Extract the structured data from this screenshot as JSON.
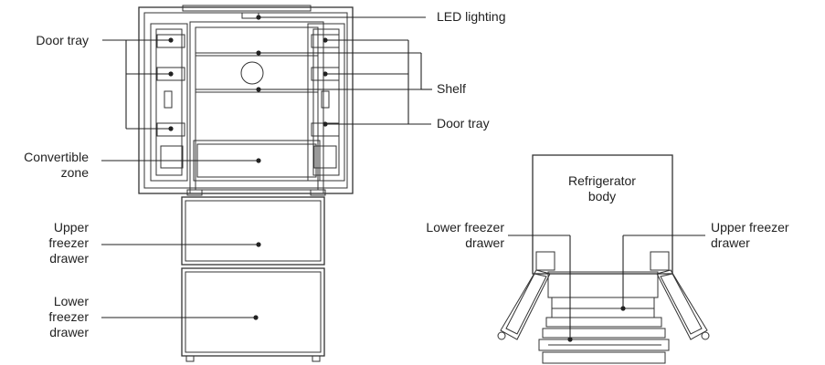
{
  "labels": {
    "led_lighting": "LED lighting",
    "door_tray_left": "Door tray",
    "shelf": "Shelf",
    "door_tray_right": "Door tray",
    "convertible_zone_1": "Convertible",
    "convertible_zone_2": "zone",
    "upper_freezer_1": "Upper",
    "upper_freezer_2": "freezer",
    "upper_freezer_3": "drawer",
    "lower_freezer_1": "Lower",
    "lower_freezer_2": "freezer",
    "lower_freezer_3": "drawer",
    "refrigerator_body_1": "Refrigerator",
    "refrigerator_body_2": "body",
    "top_lower_freezer_1": "Lower freezer",
    "top_lower_freezer_2": "drawer",
    "top_upper_freezer_1": "Upper freezer",
    "top_upper_freezer_2": "drawer"
  },
  "colors": {
    "line": "#222222",
    "stroke": "#333333"
  }
}
